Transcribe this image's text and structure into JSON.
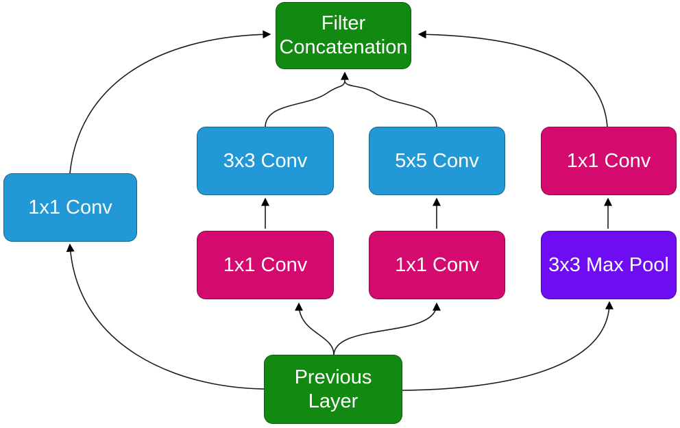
{
  "diagram": {
    "colors": {
      "green": "#128A12",
      "blue": "#2299D6",
      "magenta": "#D40A6E",
      "purple": "#6E0CF2",
      "edge": "#1a1a1a",
      "text": "#FFFFFF"
    },
    "nodes": [
      {
        "id": "filter-concat",
        "label": "Filter\nConcatenation",
        "color": "#128A12"
      },
      {
        "id": "conv1x1-left",
        "label": "1x1 Conv",
        "color": "#2299D6"
      },
      {
        "id": "conv3x3",
        "label": "3x3 Conv",
        "color": "#2299D6"
      },
      {
        "id": "conv5x5",
        "label": "5x5 Conv",
        "color": "#2299D6"
      },
      {
        "id": "conv1x1-right",
        "label": "1x1 Conv",
        "color": "#D40A6E"
      },
      {
        "id": "conv1x1-mid-left",
        "label": "1x1 Conv",
        "color": "#D40A6E"
      },
      {
        "id": "conv1x1-mid-right",
        "label": "1x1 Conv",
        "color": "#D40A6E"
      },
      {
        "id": "maxpool",
        "label": "3x3 Max Pool",
        "color": "#6E0CF2"
      },
      {
        "id": "previous-layer",
        "label": "Previous\nLayer",
        "color": "#128A12"
      }
    ],
    "edges": [
      {
        "from": "previous-layer",
        "to": "conv1x1-left"
      },
      {
        "from": "previous-layer",
        "to": "conv1x1-mid-left"
      },
      {
        "from": "previous-layer",
        "to": "conv1x1-mid-right"
      },
      {
        "from": "previous-layer",
        "to": "maxpool"
      },
      {
        "from": "conv1x1-mid-left",
        "to": "conv3x3"
      },
      {
        "from": "conv1x1-mid-right",
        "to": "conv5x5"
      },
      {
        "from": "maxpool",
        "to": "conv1x1-right"
      },
      {
        "from": "conv1x1-left",
        "to": "filter-concat"
      },
      {
        "from": "conv3x3",
        "to": "filter-concat"
      },
      {
        "from": "conv5x5",
        "to": "filter-concat"
      },
      {
        "from": "conv1x1-right",
        "to": "filter-concat"
      }
    ]
  }
}
